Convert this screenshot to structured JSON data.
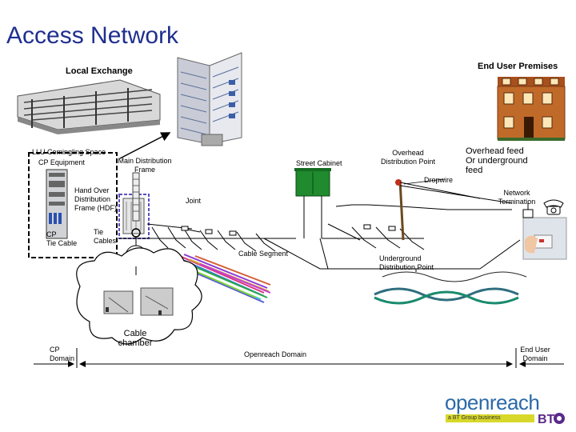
{
  "title": "Access Network",
  "labels": {
    "local_exchange": "Local Exchange",
    "end_user_premises": "End User Premises",
    "llu_comingling": "LLU Comingling Space",
    "cp_equipment": "CP Equipment",
    "main_distribution_frame": [
      "Main Distribution",
      "Frame"
    ],
    "hand_over_distribution_frame": [
      "Hand Over",
      "Distribution",
      "Frame (HDF)"
    ],
    "cp_tie_cable": [
      "CP",
      "Tie Cable"
    ],
    "tie_cables": [
      "Tie",
      "Cables"
    ],
    "joint": "Joint",
    "street_cabinet": "Street Cabinet",
    "overhead_distribution_point": [
      "Overhead",
      "Distribution Point"
    ],
    "overhead_feed": [
      "Overhead feed",
      "Or underground",
      "feed"
    ],
    "dropwire": "Dropwire",
    "network_termination": [
      "Network",
      "Termination"
    ],
    "cable_segment": "Cable Segment",
    "underground_distribution_point": [
      "Underground",
      "Distribution Point"
    ],
    "cable_chamber": [
      "Cable",
      "chamber"
    ],
    "cp_domain": [
      "CP",
      "Domain"
    ],
    "openreach_domain": "Openreach Domain",
    "end_user_domain": [
      "End User",
      "Domain"
    ]
  },
  "logo": {
    "wordmark": "openreach",
    "tagline": "a BT Group business",
    "parent": "BT"
  },
  "colors": {
    "title": "#1f2f8f",
    "street_cabinet": "#1f8a2e",
    "house": "#c06a2a",
    "handover_box": "#5a4fc0"
  },
  "icons": [
    "exchange-building-icon",
    "tower-block-icon",
    "houses-icon",
    "street-cabinet-icon",
    "telegraph-pole-icon",
    "telephone-icon",
    "network-termination-photo-icon",
    "cable-bundle-icon",
    "cable-chamber-icon",
    "cp-rack-icon",
    "frame-rack-icon"
  ]
}
